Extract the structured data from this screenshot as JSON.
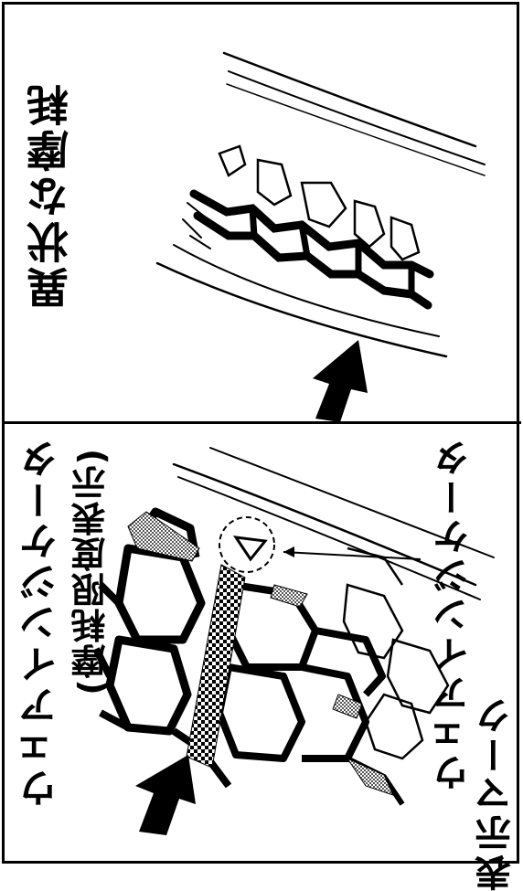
{
  "top_panel": {
    "label": "異状な摩耗"
  },
  "bottom_panel": {
    "wear_indicator_title": "ウェアインジケータ",
    "wear_indicator_subtitle": "(摩耗限度表示)",
    "mark_label_line1": "ウェアインジケータ",
    "mark_label_line2": "表示マーク"
  }
}
